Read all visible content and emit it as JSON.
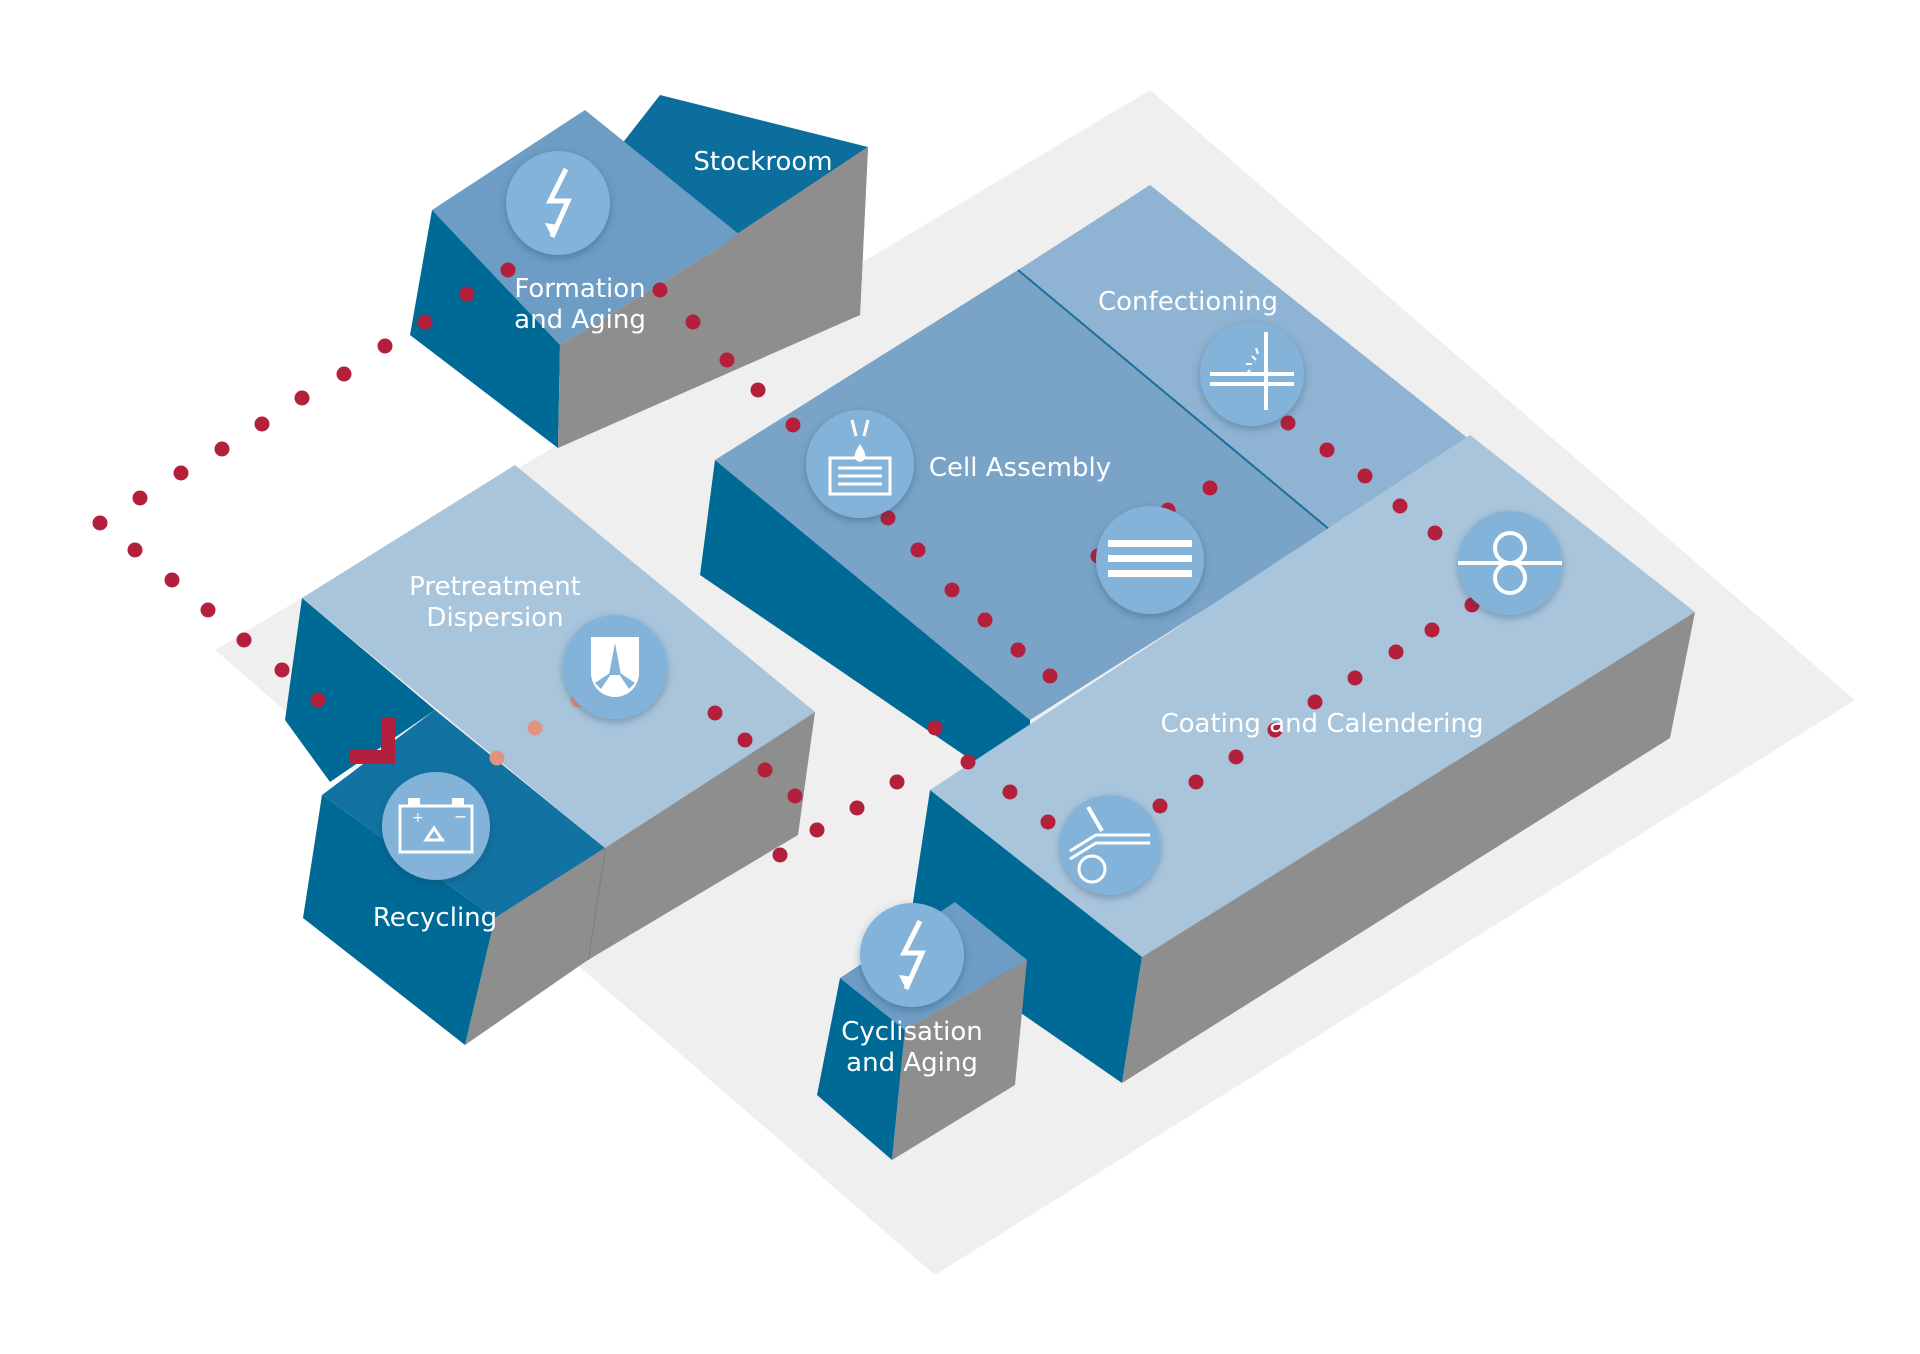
{
  "labels": {
    "stockroom": "Stockroom",
    "formation_l1": "Formation",
    "formation_l2": "and Aging",
    "confectioning": "Confectioning",
    "cell_assembly": "Cell Assembly",
    "pretreatment_l1": "Pretreatment",
    "pretreatment_l2": "Dispersion",
    "coating": "Coating and Calendering",
    "recycling": "Recycling",
    "cyclisation_l1": "Cyclisation",
    "cyclisation_l2": "and Aging"
  },
  "icons": [
    {
      "name": "lightning-icon",
      "area": "Formation and Aging"
    },
    {
      "name": "laser-cutting-icon",
      "area": "Confectioning"
    },
    {
      "name": "electrolyte-filling-icon",
      "area": "Cell Assembly"
    },
    {
      "name": "stacking-icon",
      "area": "Cell Assembly"
    },
    {
      "name": "rollers-icon",
      "area": "Coating and Calendering"
    },
    {
      "name": "mixer-icon",
      "area": "Pretreatment Dispersion"
    },
    {
      "name": "battery-recycle-icon",
      "area": "Recycling"
    },
    {
      "name": "coating-roller-icon",
      "area": "Coating and Calendering"
    },
    {
      "name": "lightning-icon",
      "area": "Cyclisation and Aging"
    }
  ],
  "colors": {
    "dark_blue": "#006a96",
    "mid_blue": "#6f9fc3",
    "light_blue": "#a9c5dc",
    "grey_side": "#8e8e8e",
    "floor": "#efefef",
    "icon_circle": "#84b3da",
    "path_red": "#b41f3c",
    "path_salmon": "#e09480"
  }
}
